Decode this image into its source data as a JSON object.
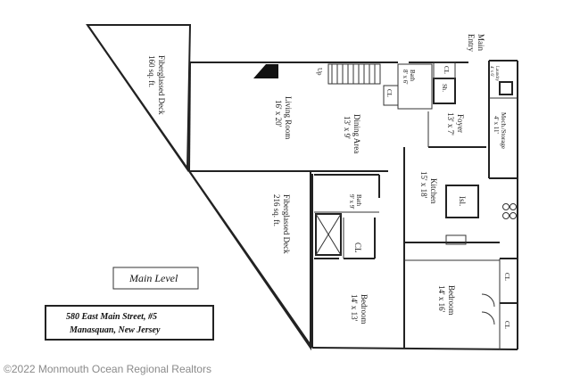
{
  "rooms": {
    "deck_top": {
      "name": "Fiberglassed Deck",
      "size": "160 sq. ft."
    },
    "deck_mid": {
      "name": "Fiberglassed Deck",
      "size": "216 sq. ft."
    },
    "living": {
      "name": "Living Room",
      "size": "16' x 20'"
    },
    "dining": {
      "name": "Dining Area",
      "size": "13' x 9'"
    },
    "foyer": {
      "name": "Foyer",
      "size": "13' x 7'"
    },
    "kitchen": {
      "name": "Kitchen",
      "size": "15' x 18'"
    },
    "bedroom1": {
      "name": "Bedroom",
      "size": "14' x 13'"
    },
    "bedroom2": {
      "name": "Bedroom",
      "size": "14' x 16'"
    },
    "bath1": {
      "name": "Bath",
      "size": "8' x 6'"
    },
    "bath2": {
      "name": "Bath",
      "size": "9' x 9'"
    },
    "mech": {
      "name": "Mech./Storage",
      "size": "4' x 11'"
    },
    "laundry": {
      "name": "Laundry",
      "size": "4' x 6'"
    }
  },
  "labels": {
    "main_entry": "Main Entry",
    "main_entry_line1": "Main",
    "main_entry_line2": "Entry",
    "up": "Up",
    "cl": "CL",
    "sh": "Sh.",
    "isl": "Isl."
  },
  "legend": {
    "level": "Main Level",
    "address_line1": "580 East Main Street, #5",
    "address_line2": "Manasquan, New Jersey"
  },
  "watermark": "©2022 Monmouth Ocean Regional Realtors",
  "colors": {
    "ink": "#222222",
    "watermark": "#8a8a8a",
    "background": "#ffffff"
  }
}
